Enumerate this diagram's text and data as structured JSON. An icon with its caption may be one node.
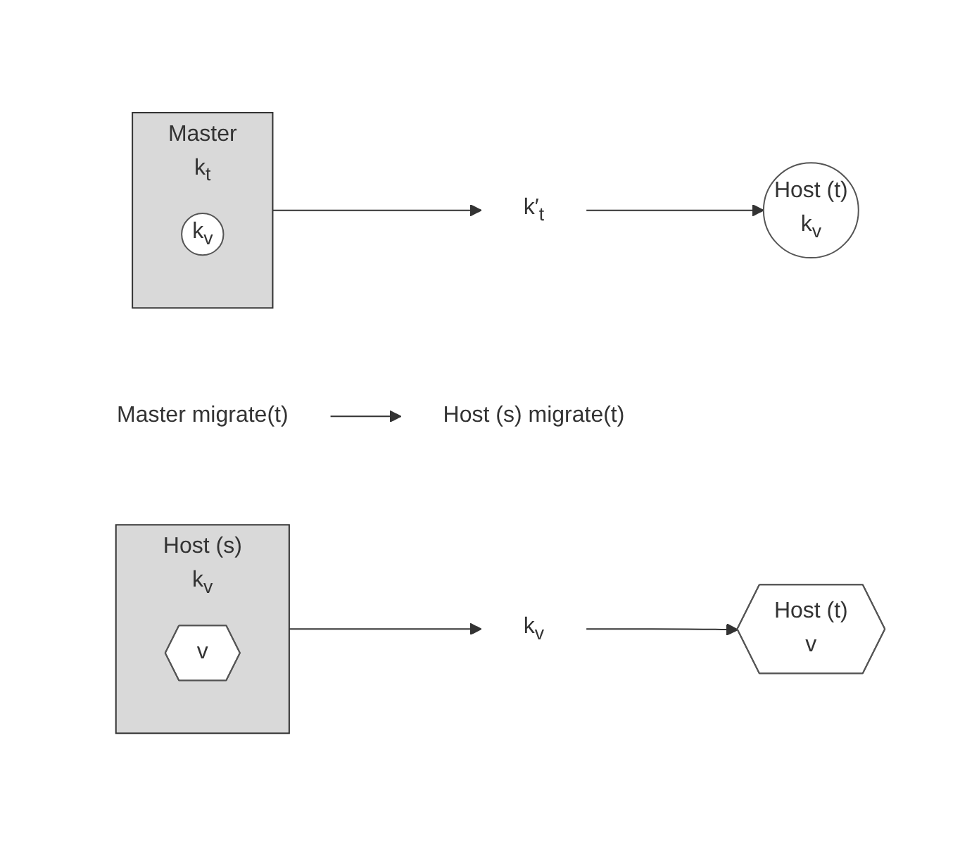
{
  "diagram": {
    "nodes": [
      {
        "text": [
          "Master",
          "k$_{t}$"
        ]
      },
      {
        "text": [
          "k$_{v}$"
        ],
        "in": 0
      },
      {
        "text": [
          "k′$_{t}$"
        ]
      },
      {
        "text": [
          "Host (t)",
          "k$_{v}$"
        ]
      },
      {
        "text": [
          "Master migrate(t)"
        ]
      },
      {
        "text": [
          "Host (s) migrate(t)"
        ]
      },
      {
        "text": [
          "Host (s)",
          "k$_{v}$"
        ]
      },
      {
        "text": [
          "v"
        ],
        "in": 6
      },
      {
        "text": [
          "k$_{v}$"
        ]
      },
      {
        "text": [
          "Host (t)",
          "v"
        ]
      }
    ],
    "edges": [
      {
        "from": 0,
        "to": 2,
        "arrow": "to"
      },
      {
        "from": 2,
        "to": 3,
        "arrow": "to"
      },
      {
        "from": 4,
        "to": 5,
        "arrow": "to"
      },
      {
        "from": 6,
        "to": 8,
        "arrow": "to"
      },
      {
        "from": 8,
        "to": 9,
        "arrow": "to"
      }
    ]
  }
}
